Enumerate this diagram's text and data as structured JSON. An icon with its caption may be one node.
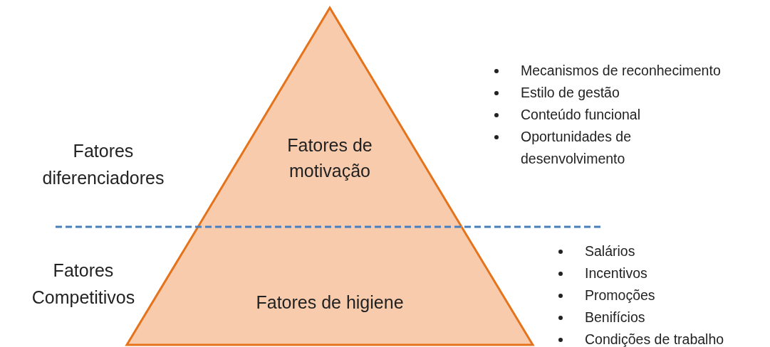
{
  "diagram": {
    "nodes": [
      {
        "text": [
          "Fatores de motivação"
        ]
      },
      {
        "text": [
          "Fatores de higiene"
        ]
      }
    ],
    "labels": [
      "Mecanismos de reconhecimento",
      "Estilo de gestão",
      "Conteúdo funcional",
      "Oportunidades de desenvolvimento",
      "Fatores diferenciadores",
      "Fatores Competitivos",
      "Salários",
      "Incentivos",
      "Promoções",
      "Benifícios",
      "Condições de trabalho"
    ]
  }
}
